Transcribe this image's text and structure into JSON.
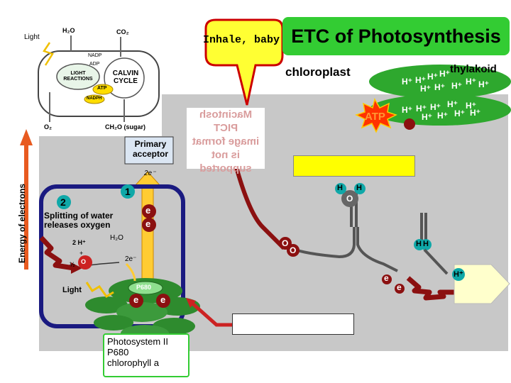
{
  "title": "ETC of Photosynthesis",
  "bubble_text": "Inhale, baby",
  "chloroplast_label": "chloroplast",
  "thylakoid_label": "thylakoid",
  "atp_label": "ATP",
  "pict_notice": [
    "Macintosh PICT",
    "image format",
    "is not supported"
  ],
  "photosystem_box": [
    "Photosystem II",
    "P680",
    "chlorophyll a"
  ],
  "inset_diagram": {
    "light": "Light",
    "h2o": "H₂O",
    "co2": "CO₂",
    "nadp": "NADP",
    "adp": "ADP",
    "light_reactions": [
      "LIGHT",
      "REACTIONS"
    ],
    "calvin_cycle": [
      "CALVIN",
      "CYCLE"
    ],
    "atp": "ATP",
    "nadph": "NADPH",
    "o2": "O₂",
    "sugar": "CH₂O (sugar)"
  },
  "energy_axis_label": "Energy of electrons",
  "primary_acceptor": [
    "Primary",
    "acceptor"
  ],
  "two_e": "2e⁻",
  "marker_1": "1",
  "marker_2": "2",
  "water_split": [
    "Splitting of water",
    "releases oxygen"
  ],
  "two_h": "2 H⁺",
  "plus": "+",
  "half": "½",
  "h2o_small": "H₂O",
  "two_e_small": "2e⁻",
  "light_small": "Light",
  "p680": "P680",
  "e_label": "e",
  "h_label": "H",
  "o_label": "O",
  "oo_label": "O",
  "hplus_label": "H⁺",
  "colors": {
    "grey_panel": "#c8c8c8",
    "green": "#33cc33",
    "dark_blue": "#1a1a80",
    "red": "#cc0000",
    "teal": "#0fa8a8",
    "brown": "#8b3a1a"
  }
}
